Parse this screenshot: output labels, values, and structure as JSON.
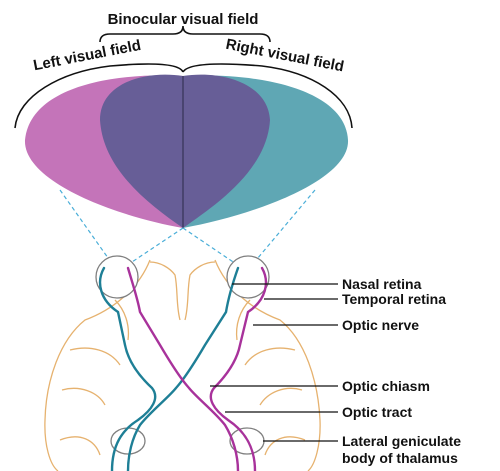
{
  "title": "Binocular visual field",
  "fields": {
    "left": "Left visual field",
    "right": "Right visual field"
  },
  "labels": {
    "nasal_retina": "Nasal retina",
    "temporal_retina": "Temporal retina",
    "optic_nerve": "Optic nerve",
    "optic_chiasm": "Optic chiasm",
    "optic_tract": "Optic tract",
    "lgn_line1": "Lateral geniculate",
    "lgn_line2": "body of thalamus"
  },
  "colors": {
    "left_field": "#c474b9",
    "binocular_field": "#675e97",
    "right_field": "#5fa7b4",
    "left_pathway": "#a8329b",
    "right_pathway": "#1e7f96",
    "sightline": "#4aaed8",
    "brain_outline": "#e6b26f",
    "structure_outline": "#7f7f7f"
  }
}
